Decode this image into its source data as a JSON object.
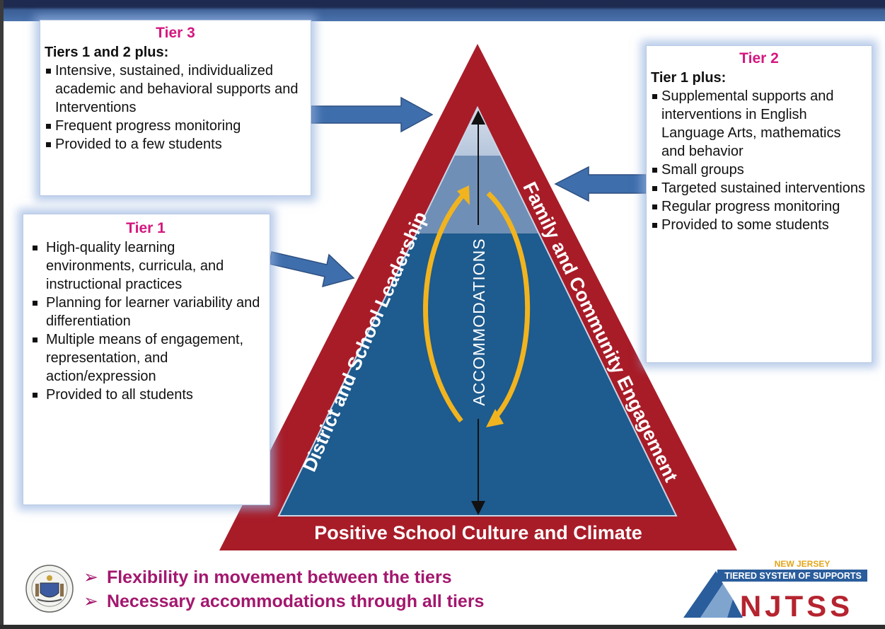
{
  "tier3": {
    "title": "Tier 3",
    "subtitle": "Tiers 1 and 2 plus:",
    "items": [
      "Intensive, sustained, individualized academic and behavioral supports and Interventions",
      "Frequent progress monitoring",
      "Provided to a few students"
    ]
  },
  "tier2": {
    "title": "Tier 2",
    "subtitle": "Tier 1 plus:",
    "items": [
      "Supplemental supports and interventions in English Language Arts, mathematics and behavior",
      "Small groups",
      "Targeted sustained interventions",
      "Regular progress monitoring",
      "Provided to some students"
    ]
  },
  "tier1": {
    "title": "Tier 1",
    "items": [
      "High-quality learning environments, curricula, and instructional practices",
      "Planning for learner variability and differentiation",
      "Multiple means of engagement, representation, and action/expression",
      "Provided to all students"
    ]
  },
  "triangle": {
    "left_side": "District and School Leadership",
    "right_side": "Family and Community Engagement",
    "base": "Positive School Culture and Climate",
    "center": "ACCOMMODATIONS"
  },
  "footer": {
    "bullets": [
      "Flexibility in movement between the tiers",
      "Necessary accommodations through all tiers"
    ],
    "bullet_glyph": "➢"
  },
  "logo": {
    "state": "NEW JERSEY",
    "tagline": "TIERED SYSTEM OF SUPPORTS",
    "acronym": "NJTSS"
  },
  "colors": {
    "tier_title": "#d4177f",
    "triangle_frame": "#a81c28",
    "triangle_fill": "#1e5b8e",
    "arrow_blue": "#3f6eac",
    "cycle_arrow": "#f1b41f",
    "footer_text": "#a3176e"
  }
}
